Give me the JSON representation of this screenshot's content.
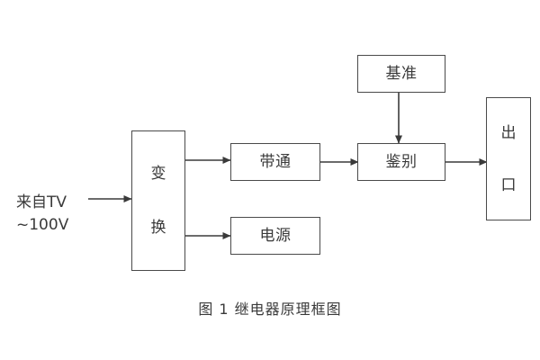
{
  "figure": {
    "caption": "图 1  继电器原理框图",
    "background_color": "#ffffff",
    "line_color": "#4a4a4a",
    "text_color": "#3a3a3a"
  },
  "source": {
    "line1": "来自TV",
    "line2": "~100V"
  },
  "nodes": [
    {
      "id": "transform",
      "label": "变换",
      "orientation": "vertical"
    },
    {
      "id": "bandpass",
      "label": "带通",
      "orientation": "horizontal"
    },
    {
      "id": "power",
      "label": "电源",
      "orientation": "horizontal"
    },
    {
      "id": "reference",
      "label": "基准",
      "orientation": "horizontal"
    },
    {
      "id": "discriminate",
      "label": "鉴别",
      "orientation": "horizontal"
    },
    {
      "id": "output",
      "label": "出口",
      "orientation": "vertical"
    }
  ],
  "edges": [
    {
      "id": "source-to-transform",
      "from": "来自TV ~100V",
      "to": "变换",
      "direction": "right"
    },
    {
      "id": "transform-to-bandpass",
      "from": "变换",
      "to": "带通",
      "direction": "right"
    },
    {
      "id": "transform-to-power",
      "from": "变换",
      "to": "电源",
      "direction": "right"
    },
    {
      "id": "bandpass-to-discriminate",
      "from": "带通",
      "to": "鉴别",
      "direction": "right"
    },
    {
      "id": "reference-to-discriminate",
      "from": "基准",
      "to": "鉴别",
      "direction": "down"
    },
    {
      "id": "discriminate-to-output",
      "from": "鉴别",
      "to": "出口",
      "direction": "right"
    }
  ]
}
